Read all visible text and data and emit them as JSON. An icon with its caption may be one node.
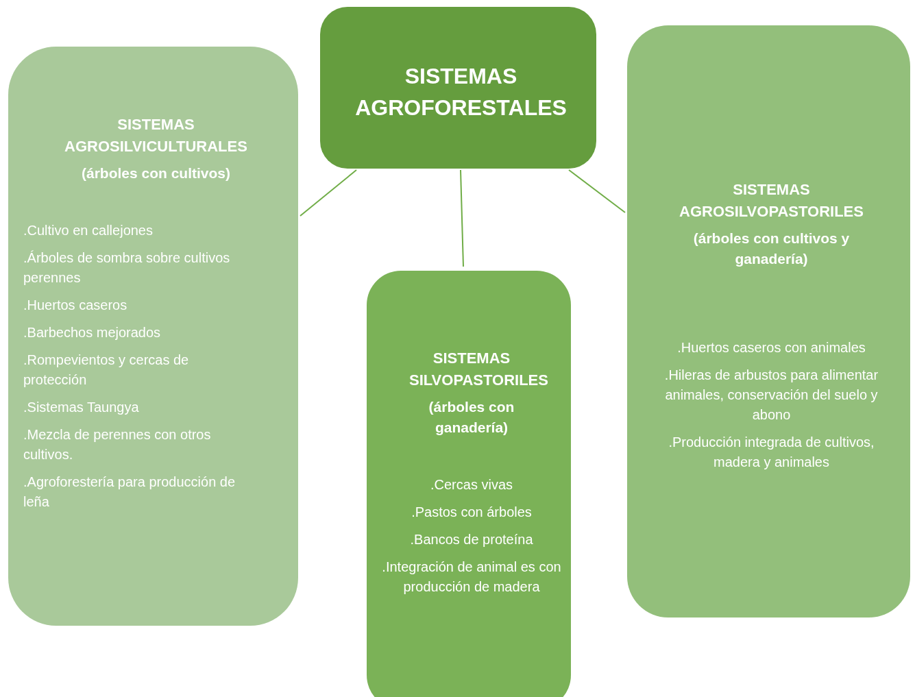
{
  "diagram": {
    "nodes": [
      {
        "text": [
          "SISTEMAS AGROFORESTALES"
        ]
      },
      {
        "text": [
          "SISTEMAS AGROSILVICULTURALES",
          "(árboles con cultivos)",
          ".Cultivo en callejones",
          ".Árboles de sombra sobre cultivos perennes",
          ".Huertos caseros",
          ".Barbechos mejorados",
          ".Rompevientos y cercas de protección",
          ".Sistemas Taungya",
          ".Mezcla de perennes con otros cultivos.",
          ".Agroforestería para producción de leña"
        ]
      },
      {
        "text": [
          "SISTEMAS SILVOPASTORILES",
          "(árboles con ganadería)",
          ".Cercas vivas",
          ".Pastos con árboles",
          ".Bancos de proteína",
          ".Integración de animal es con producción de madera"
        ]
      },
      {
        "text": [
          "SISTEMAS AGROSILVOPASTORILES",
          "(árboles con cultivos y ganadería)",
          ".Huertos caseros con animales",
          ".Hileras de arbustos para alimentar animales, conservación del suelo y abono",
          ".Producción integrada de cultivos, madera y animales"
        ]
      }
    ],
    "edges": [
      {
        "from": 0,
        "to": 1,
        "arrow": "none"
      },
      {
        "from": 0,
        "to": 2,
        "arrow": "none"
      },
      {
        "from": 0,
        "to": 3,
        "arrow": "none"
      }
    ]
  }
}
